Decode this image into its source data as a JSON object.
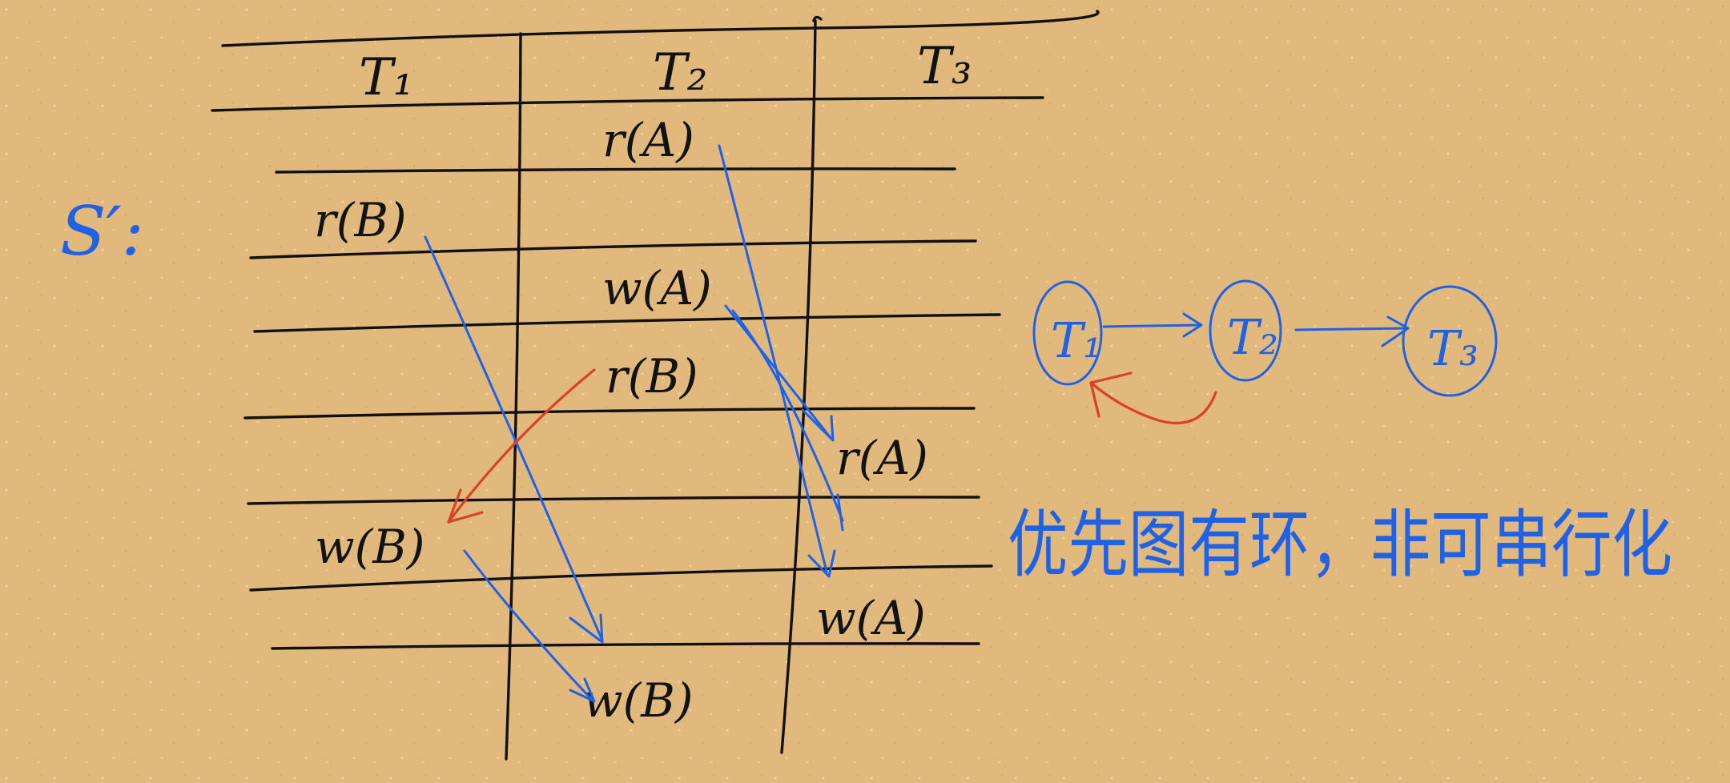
{
  "schedule": {
    "label": "S′:",
    "headers": [
      "T₁",
      "T₂",
      "T₃"
    ],
    "ops": {
      "t2_rA": "r(A)",
      "t1_rB": "r(B)",
      "t2_wA": "w(A)",
      "t2_rB": "r(B)",
      "t3_rA": "r(A)",
      "t1_wB": "w(B)",
      "t3_wA": "w(A)",
      "t2_wB": "w(B)"
    }
  },
  "precedence_graph": {
    "nodes": [
      "T₁",
      "T₂",
      "T₃"
    ],
    "edges": [
      {
        "from": "T₁",
        "to": "T₂",
        "color": "#1f62e6"
      },
      {
        "from": "T₂",
        "to": "T₃",
        "color": "#1f62e6"
      },
      {
        "from": "T₂",
        "to": "T₁",
        "color": "#d9412c"
      }
    ]
  },
  "conclusion": "优先图有环，非可串行化",
  "colors": {
    "background": "#e2b97c",
    "ink_black": "#111111",
    "ink_blue": "#1f62e6",
    "ink_red": "#d9412c"
  }
}
